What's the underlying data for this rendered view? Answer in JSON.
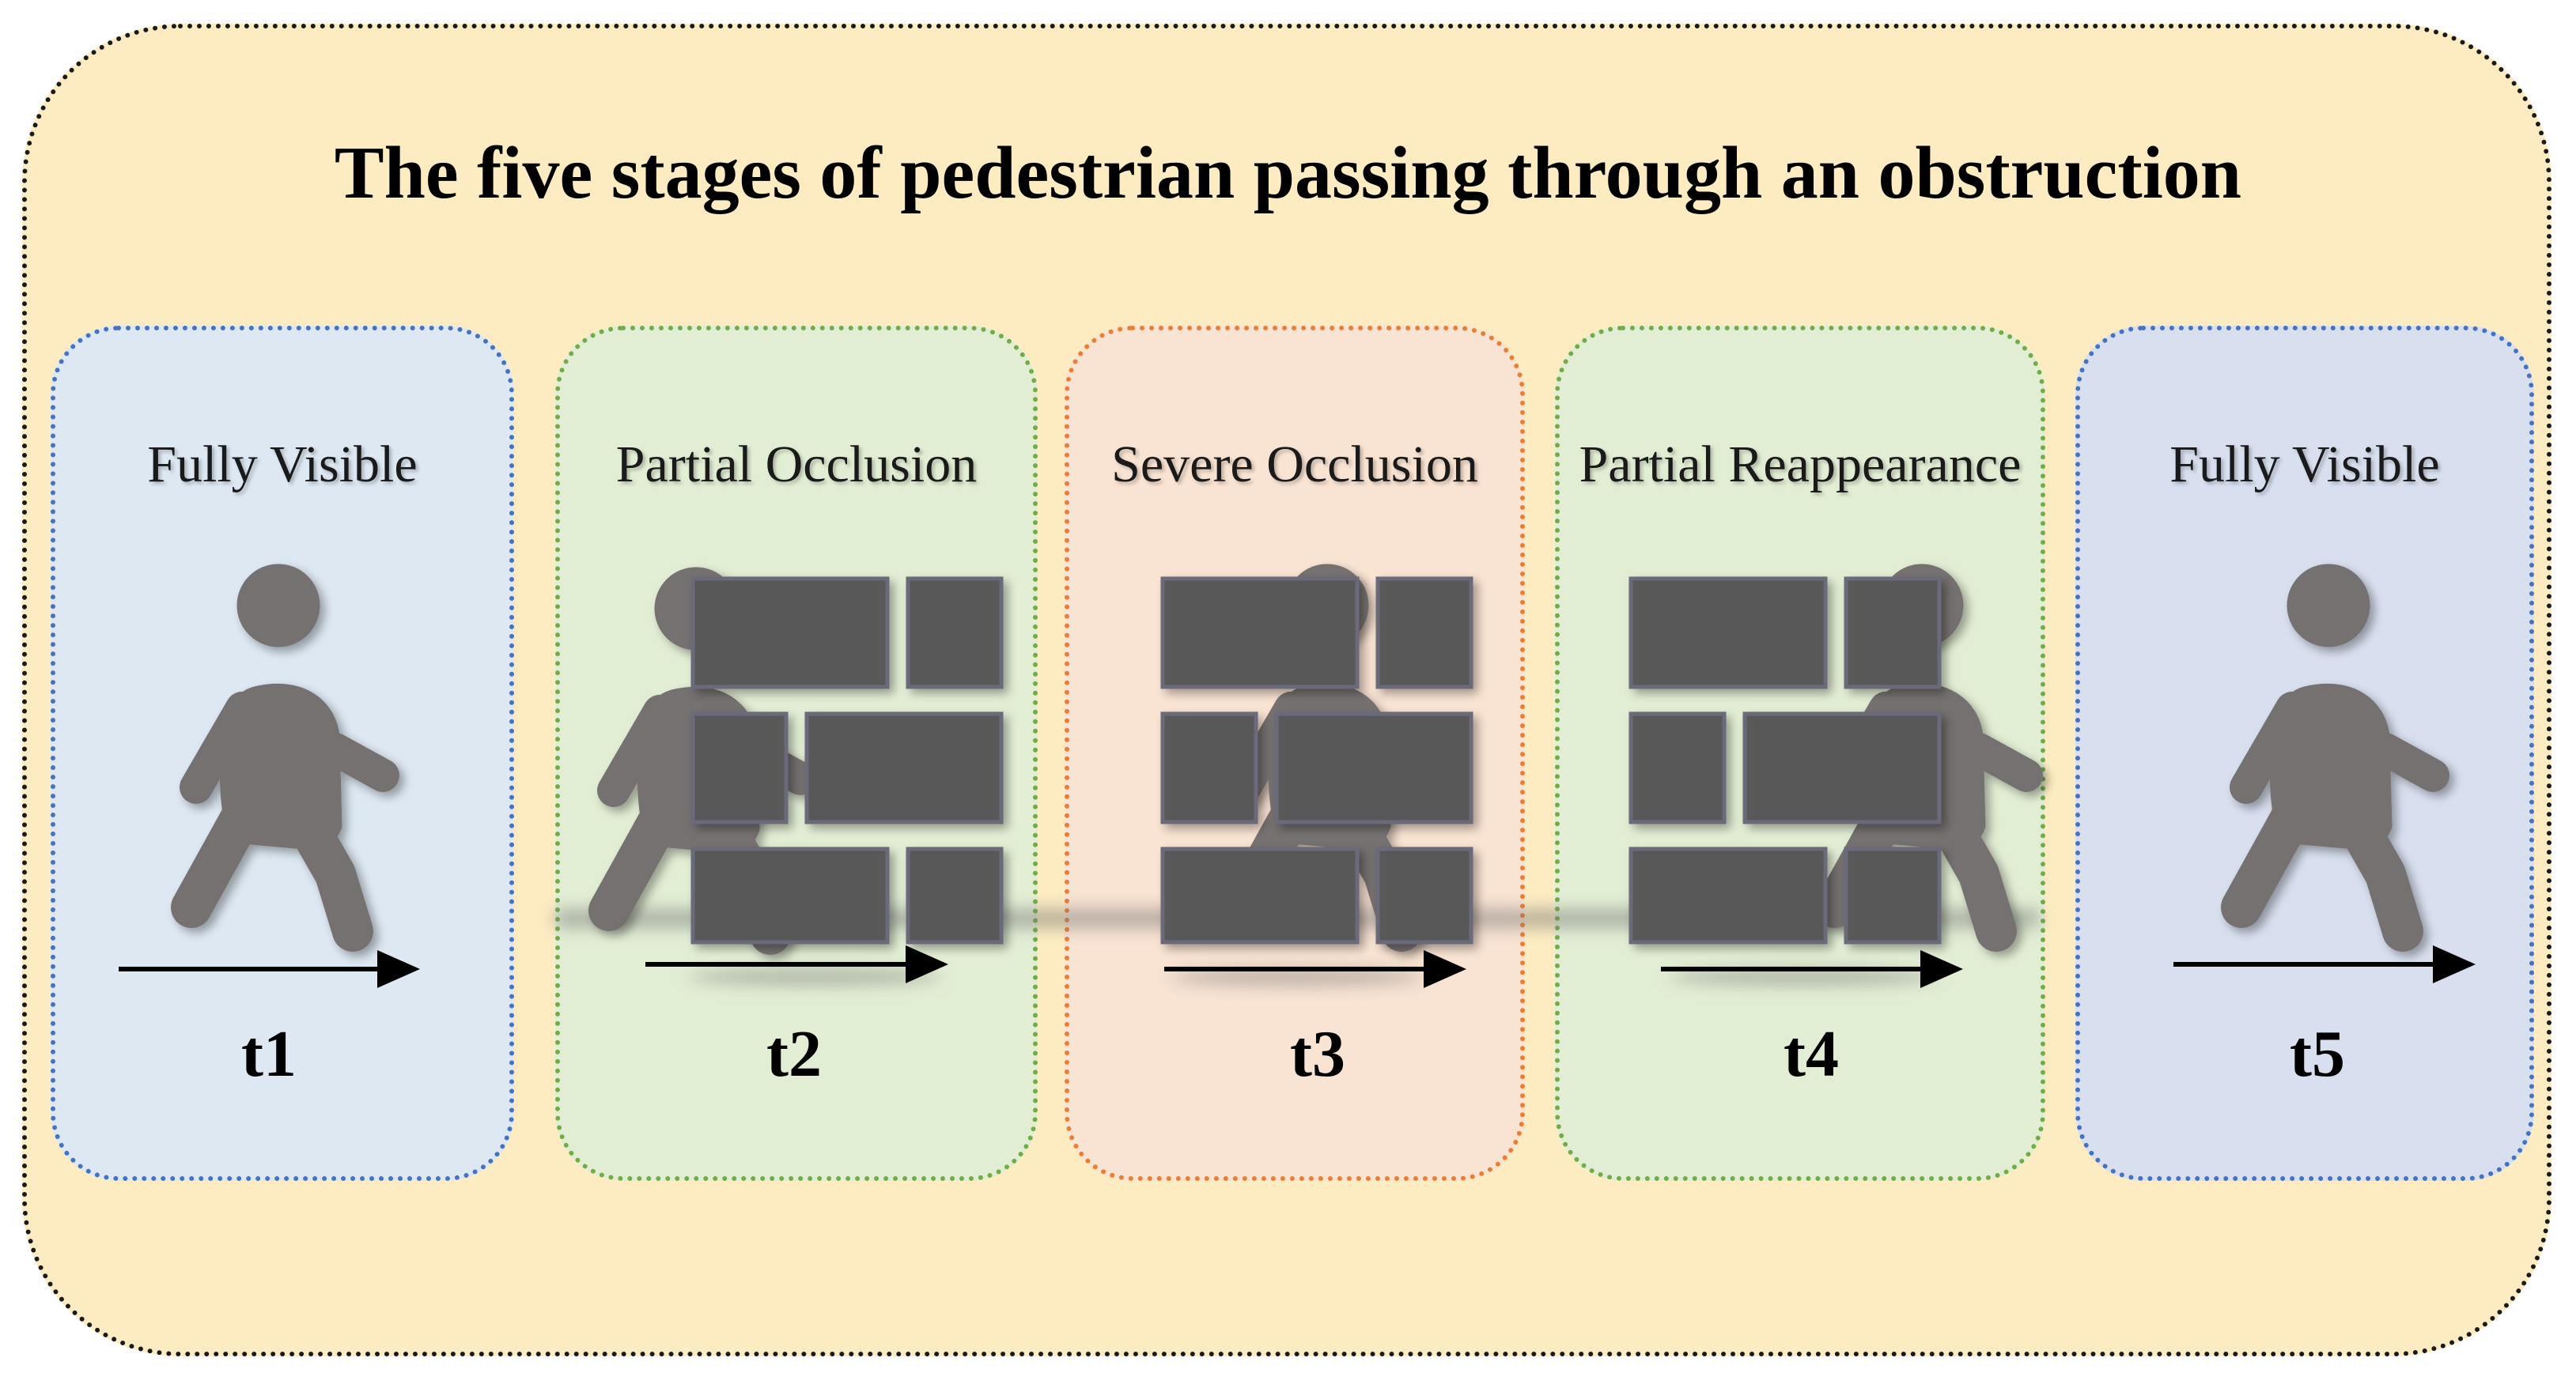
{
  "title": "The five stages of pedestrian passing through an obstruction",
  "colors": {
    "outer_fill": "#fdecc2",
    "blue_box_fill": "#dde8f2",
    "blue_box_fill_alt": "#d8e0ef",
    "blue_border": "#4472c4",
    "green_box_fill": "#e2eed4",
    "green_border": "#70ad47",
    "orange_box_fill": "#f9e3d2",
    "orange_border": "#ed7d31",
    "figure_color": "#767171",
    "brick_color": "#595959"
  },
  "stages": [
    {
      "label": "Fully Visible",
      "time": "t1",
      "theme": "blue"
    },
    {
      "label": "Partial Occlusion",
      "time": "t2",
      "theme": "green"
    },
    {
      "label": "Severe Occlusion",
      "time": "t3",
      "theme": "orange"
    },
    {
      "label": "Partial Reappearance",
      "time": "t4",
      "theme": "green"
    },
    {
      "label": "Fully Visible",
      "time": "t5",
      "theme": "blue"
    }
  ],
  "icons": [
    "walking-person-icon",
    "brick-wall-icon",
    "direction-arrow-icon"
  ]
}
